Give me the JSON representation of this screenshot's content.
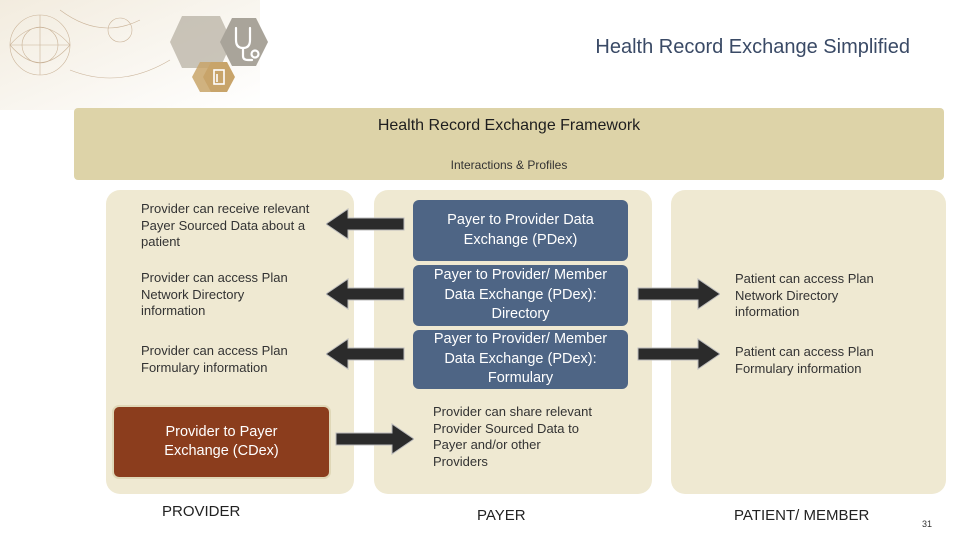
{
  "header": {
    "title": "Health Record Exchange Simplified"
  },
  "framework": {
    "title": "Health Record Exchange Framework",
    "subtitle": "Interactions & Profiles"
  },
  "provider": {
    "items": [
      "Provider can receive relevant Payer Sourced Data about a patient",
      "Provider can access Plan Network Directory information",
      "Provider can access Plan Formulary information"
    ],
    "cdex_box": "Provider to Payer Exchange (CDex)",
    "label": "PROVIDER"
  },
  "payer": {
    "boxes": [
      "Payer to Provider Data Exchange (PDex)",
      "Payer to Provider/ Member Data Exchange (PDex): Directory",
      "Payer to Provider/ Member Data Exchange (PDex): Formulary"
    ],
    "share_text": "Provider can share relevant Provider Sourced Data to Payer and/or other Providers",
    "label": "PAYER"
  },
  "patient": {
    "items": [
      "Patient can access Plan Network Directory information",
      "Patient can access Plan Formulary information"
    ],
    "label": "PATIENT/ MEMBER"
  },
  "footer": {
    "page_number": "31"
  },
  "colors": {
    "framework_band": "#ddd3a8",
    "column_panel": "#efe9d2",
    "payer_box": "#4e6585",
    "cdex_box": "#8b3d1d",
    "arrow": "#2b2b2b",
    "title": "#3a4a66"
  },
  "icons": [
    "stethoscope-icon",
    "clipboard-icon",
    "arrow-left-icon",
    "arrow-right-icon"
  ]
}
